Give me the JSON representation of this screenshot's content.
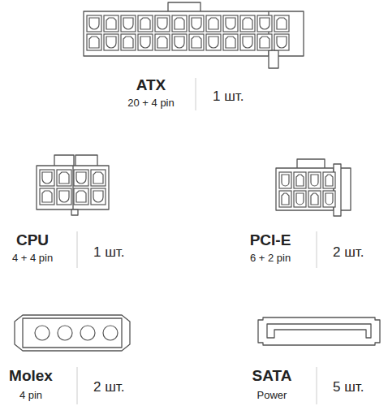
{
  "diagram": {
    "labels": [
      "ATX",
      "20 + 4 pin",
      "1 шт.",
      "CPU",
      "4 + 4 pin",
      "1 шт.",
      "PCI-E",
      "6 + 2 pin",
      "2 шт.",
      "Molex",
      "4 pin",
      "2 шт.",
      "SATA",
      "Power",
      "5 шт."
    ]
  }
}
